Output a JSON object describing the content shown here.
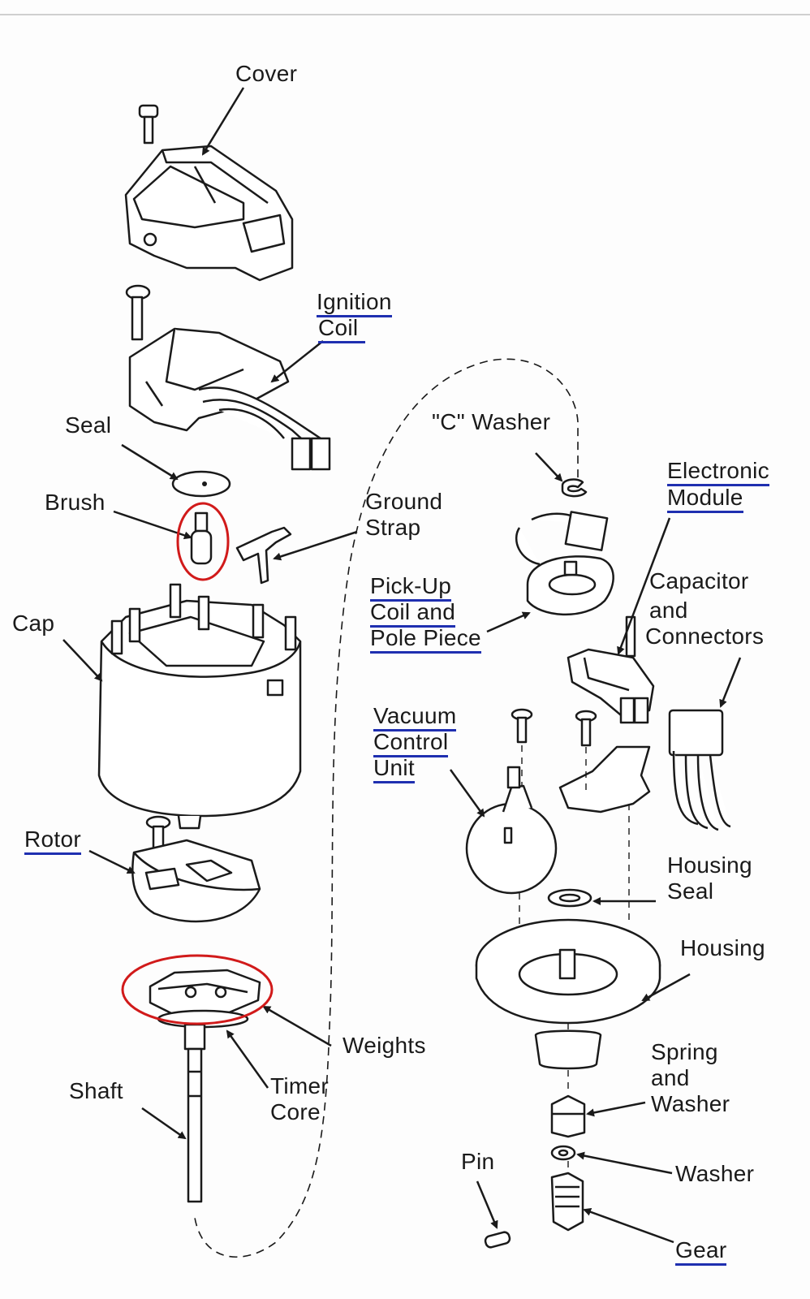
{
  "labels": {
    "cover": "Cover",
    "ignition_coil_1": "Ignition",
    "ignition_coil_2": "Coil",
    "seal": "Seal",
    "brush": "Brush",
    "ground_strap_1": "Ground",
    "ground_strap_2": "Strap",
    "cap": "Cap",
    "rotor": "Rotor",
    "weights": "Weights",
    "timer_core_1": "Timer",
    "timer_core_2": "Core",
    "shaft": "Shaft",
    "c_washer": "\"C\" Washer",
    "electronic_module_1": "Electronic",
    "electronic_module_2": "Module",
    "pickup_1": "Pick-Up",
    "pickup_2": "Coil and",
    "pickup_3": "Pole Piece",
    "capacitor_1": "Capacitor",
    "capacitor_2": "and",
    "capacitor_3": "Connectors",
    "vacuum_1": "Vacuum",
    "vacuum_2": "Control",
    "vacuum_3": "Unit",
    "housing_seal_1": "Housing",
    "housing_seal_2": "Seal",
    "housing": "Housing",
    "spring_1": "Spring",
    "spring_2": "and",
    "spring_3": "Washer",
    "washer": "Washer",
    "pin": "Pin",
    "gear": "Gear"
  },
  "colors": {
    "underline": "#1f2fb0",
    "highlight_circle": "#d11a1a",
    "ink": "#1a1a1a"
  }
}
